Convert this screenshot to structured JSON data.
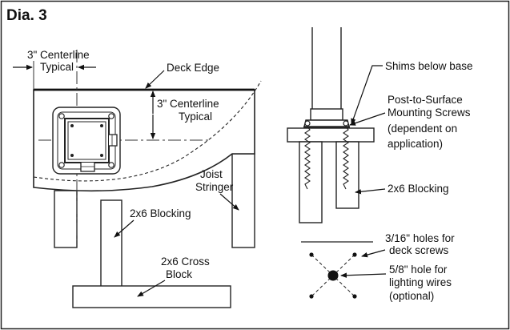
{
  "title": "Dia. 3",
  "top_view": {
    "centerline_top": [
      "3\" Centerline",
      "Typical"
    ],
    "deck_edge": "Deck Edge",
    "centerline_right": [
      "3\" Centerline",
      "Typical"
    ],
    "joist_stringer": [
      "Joist",
      "Stringer"
    ],
    "blocking": "2x6 Blocking",
    "cross_block": [
      "2x6 Cross",
      "Block"
    ]
  },
  "side_view": {
    "shims": "Shims below base",
    "screws": [
      "Post-to-Surface",
      "Mounting Screws",
      "(dependent on",
      "application)"
    ],
    "blocking": "2x6 Blocking"
  },
  "hole_detail": {
    "deck_screw_holes": [
      "3/16\" holes for",
      "deck screws"
    ],
    "wire_hole": [
      "5/8\" hole for",
      "lighting wires",
      "(optional)"
    ]
  }
}
